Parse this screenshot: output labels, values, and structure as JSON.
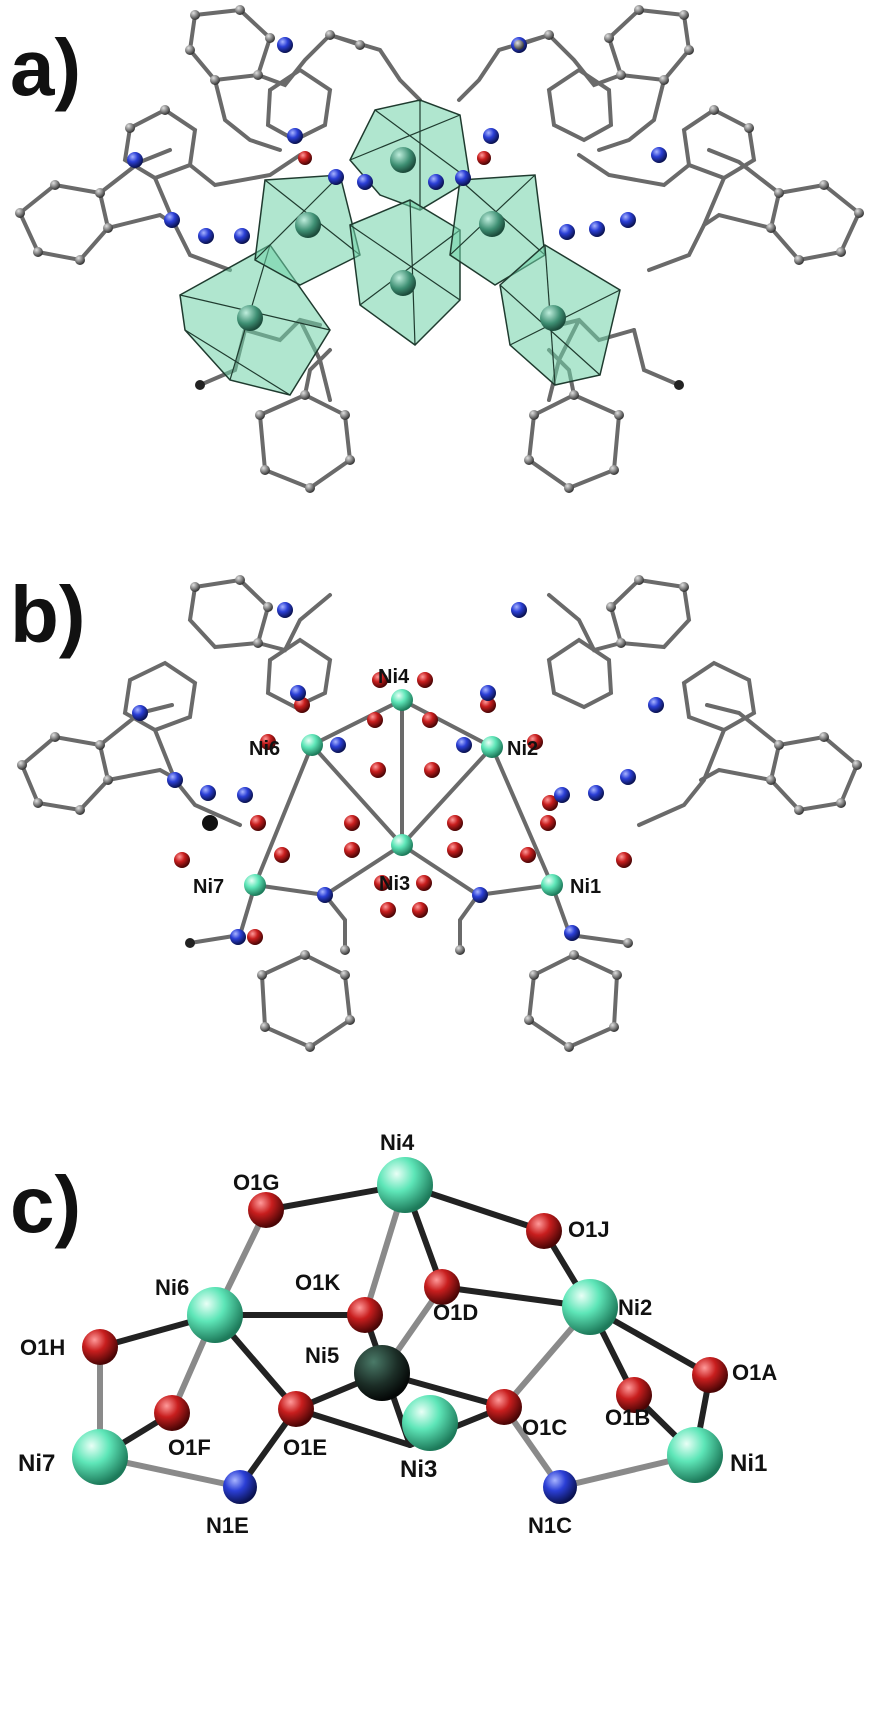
{
  "panels": {
    "a": {
      "label": "a)"
    },
    "b": {
      "label": "b)",
      "atoms": {
        "ni4": "Ni4",
        "ni6": "Ni6",
        "ni2": "Ni2",
        "ni3": "Ni3",
        "ni7": "Ni7",
        "ni1": "Ni1"
      }
    },
    "c": {
      "label": "c)",
      "atoms": {
        "ni4": "Ni4",
        "o1g": "O1G",
        "o1j": "O1J",
        "ni6": "Ni6",
        "o1k": "O1K",
        "o1d": "O1D",
        "ni2": "Ni2",
        "o1h": "O1H",
        "ni5": "Ni5",
        "o1a": "O1A",
        "o1b": "O1B",
        "o1f": "O1F",
        "o1e": "O1E",
        "o1c": "O1C",
        "ni7": "Ni7",
        "ni3": "Ni3",
        "ni1": "Ni1",
        "n1e": "N1E",
        "n1c": "N1C"
      }
    }
  },
  "colors": {
    "nickel": "#5ee6b8",
    "oxygen": "#c81e1e",
    "nitrogen": "#2b3fd6",
    "carbon": "#8a8a8a",
    "polyhedron": "#6fd1a8"
  }
}
